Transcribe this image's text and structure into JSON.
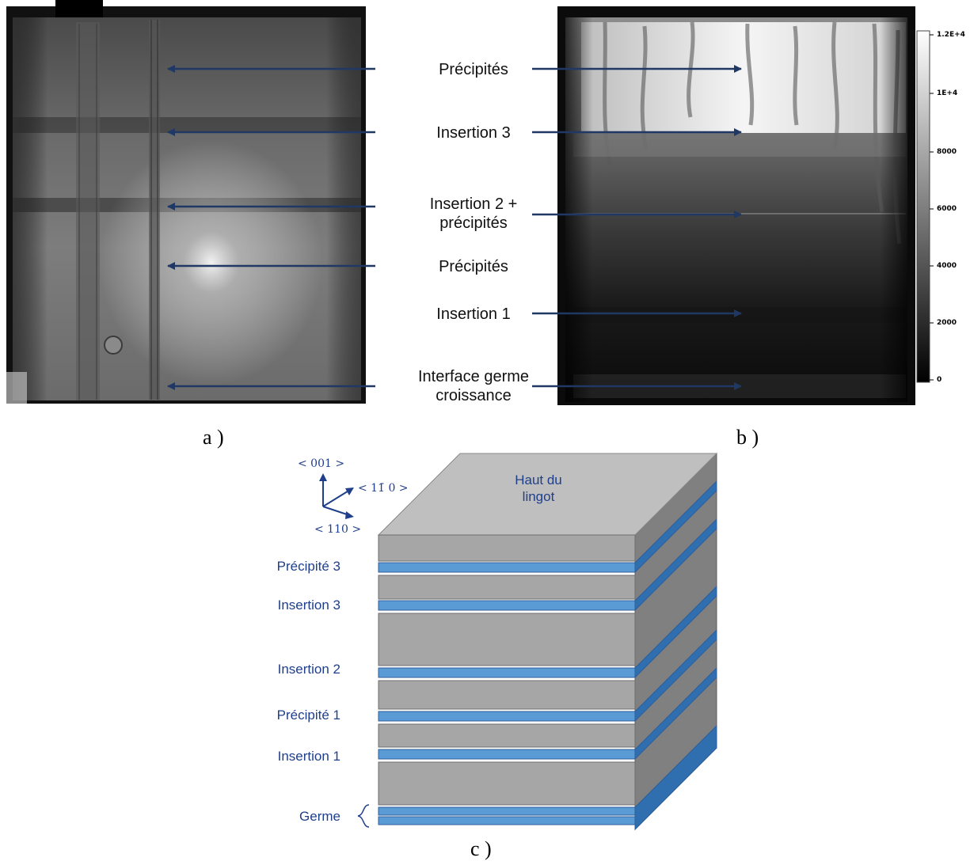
{
  "figure": {
    "panel_a": {
      "letter": "a )"
    },
    "panel_b": {
      "letter": "b )",
      "colorbar_ticks": [
        "1.2E+4",
        "1E+4",
        "8000",
        "6000",
        "4000",
        "2000",
        "0"
      ]
    },
    "panel_c": {
      "letter": "c )"
    },
    "annotations": [
      {
        "line1": "Précipités",
        "line2": ""
      },
      {
        "line1": "Insertion 3",
        "line2": ""
      },
      {
        "line1": "Insertion 2 +",
        "line2": "précipités"
      },
      {
        "line1": "Précipités",
        "line2": ""
      },
      {
        "line1": "Insertion 1",
        "line2": ""
      },
      {
        "line1": "Interface germe",
        "line2": "croissance"
      }
    ],
    "block": {
      "top_label_line1": "Haut du",
      "top_label_line2": "lingot",
      "axes": {
        "up": "< 001 >",
        "right": "< 11̄ 0 >",
        "front": "< 110 >"
      },
      "layer_labels": [
        "Précipité 3",
        "Insertion 3",
        "Insertion 2",
        "Précipité 1",
        "Insertion 1",
        "Germe"
      ],
      "colors": {
        "gray_front": "#a6a6a6",
        "gray_top": "#bfbfbf",
        "gray_side": "#808080",
        "blue_front": "#5b9bd5",
        "blue_side": "#2f6fb0",
        "text": "#1f3f8a"
      }
    },
    "arrow_color": "#1f3864"
  }
}
